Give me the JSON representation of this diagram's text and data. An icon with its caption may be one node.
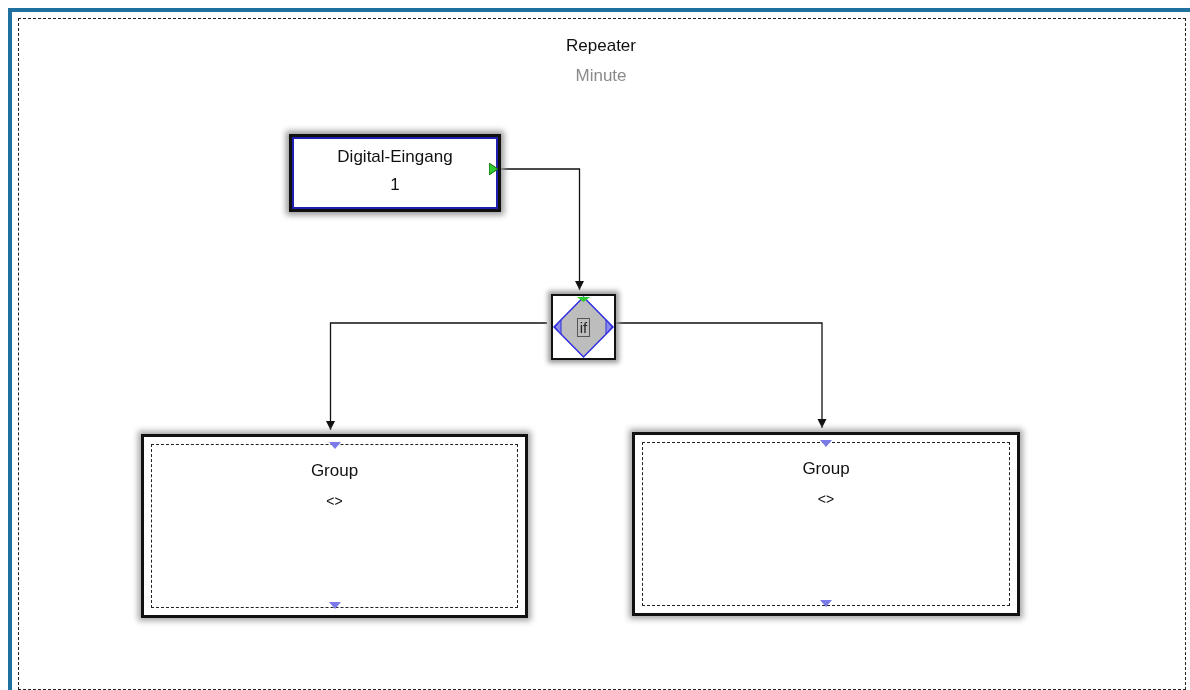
{
  "diagram": {
    "nodes": [
      {
        "text": [
          "Repeater",
          "Minute"
        ]
      },
      {
        "text": [
          "Digital-Eingang",
          "1"
        ],
        "in": 0
      },
      {
        "text": [
          "if"
        ],
        "in": 0
      },
      {
        "text": [
          "Group",
          "<>"
        ],
        "in": 0
      },
      {
        "text": [
          "Group",
          "<>"
        ],
        "in": 0
      }
    ],
    "edges": [
      {
        "from": 1,
        "to": 2,
        "arrow": "to"
      },
      {
        "from": 2,
        "to": 3,
        "arrow": "to"
      },
      {
        "from": 2,
        "to": 4,
        "arrow": "to"
      }
    ]
  }
}
